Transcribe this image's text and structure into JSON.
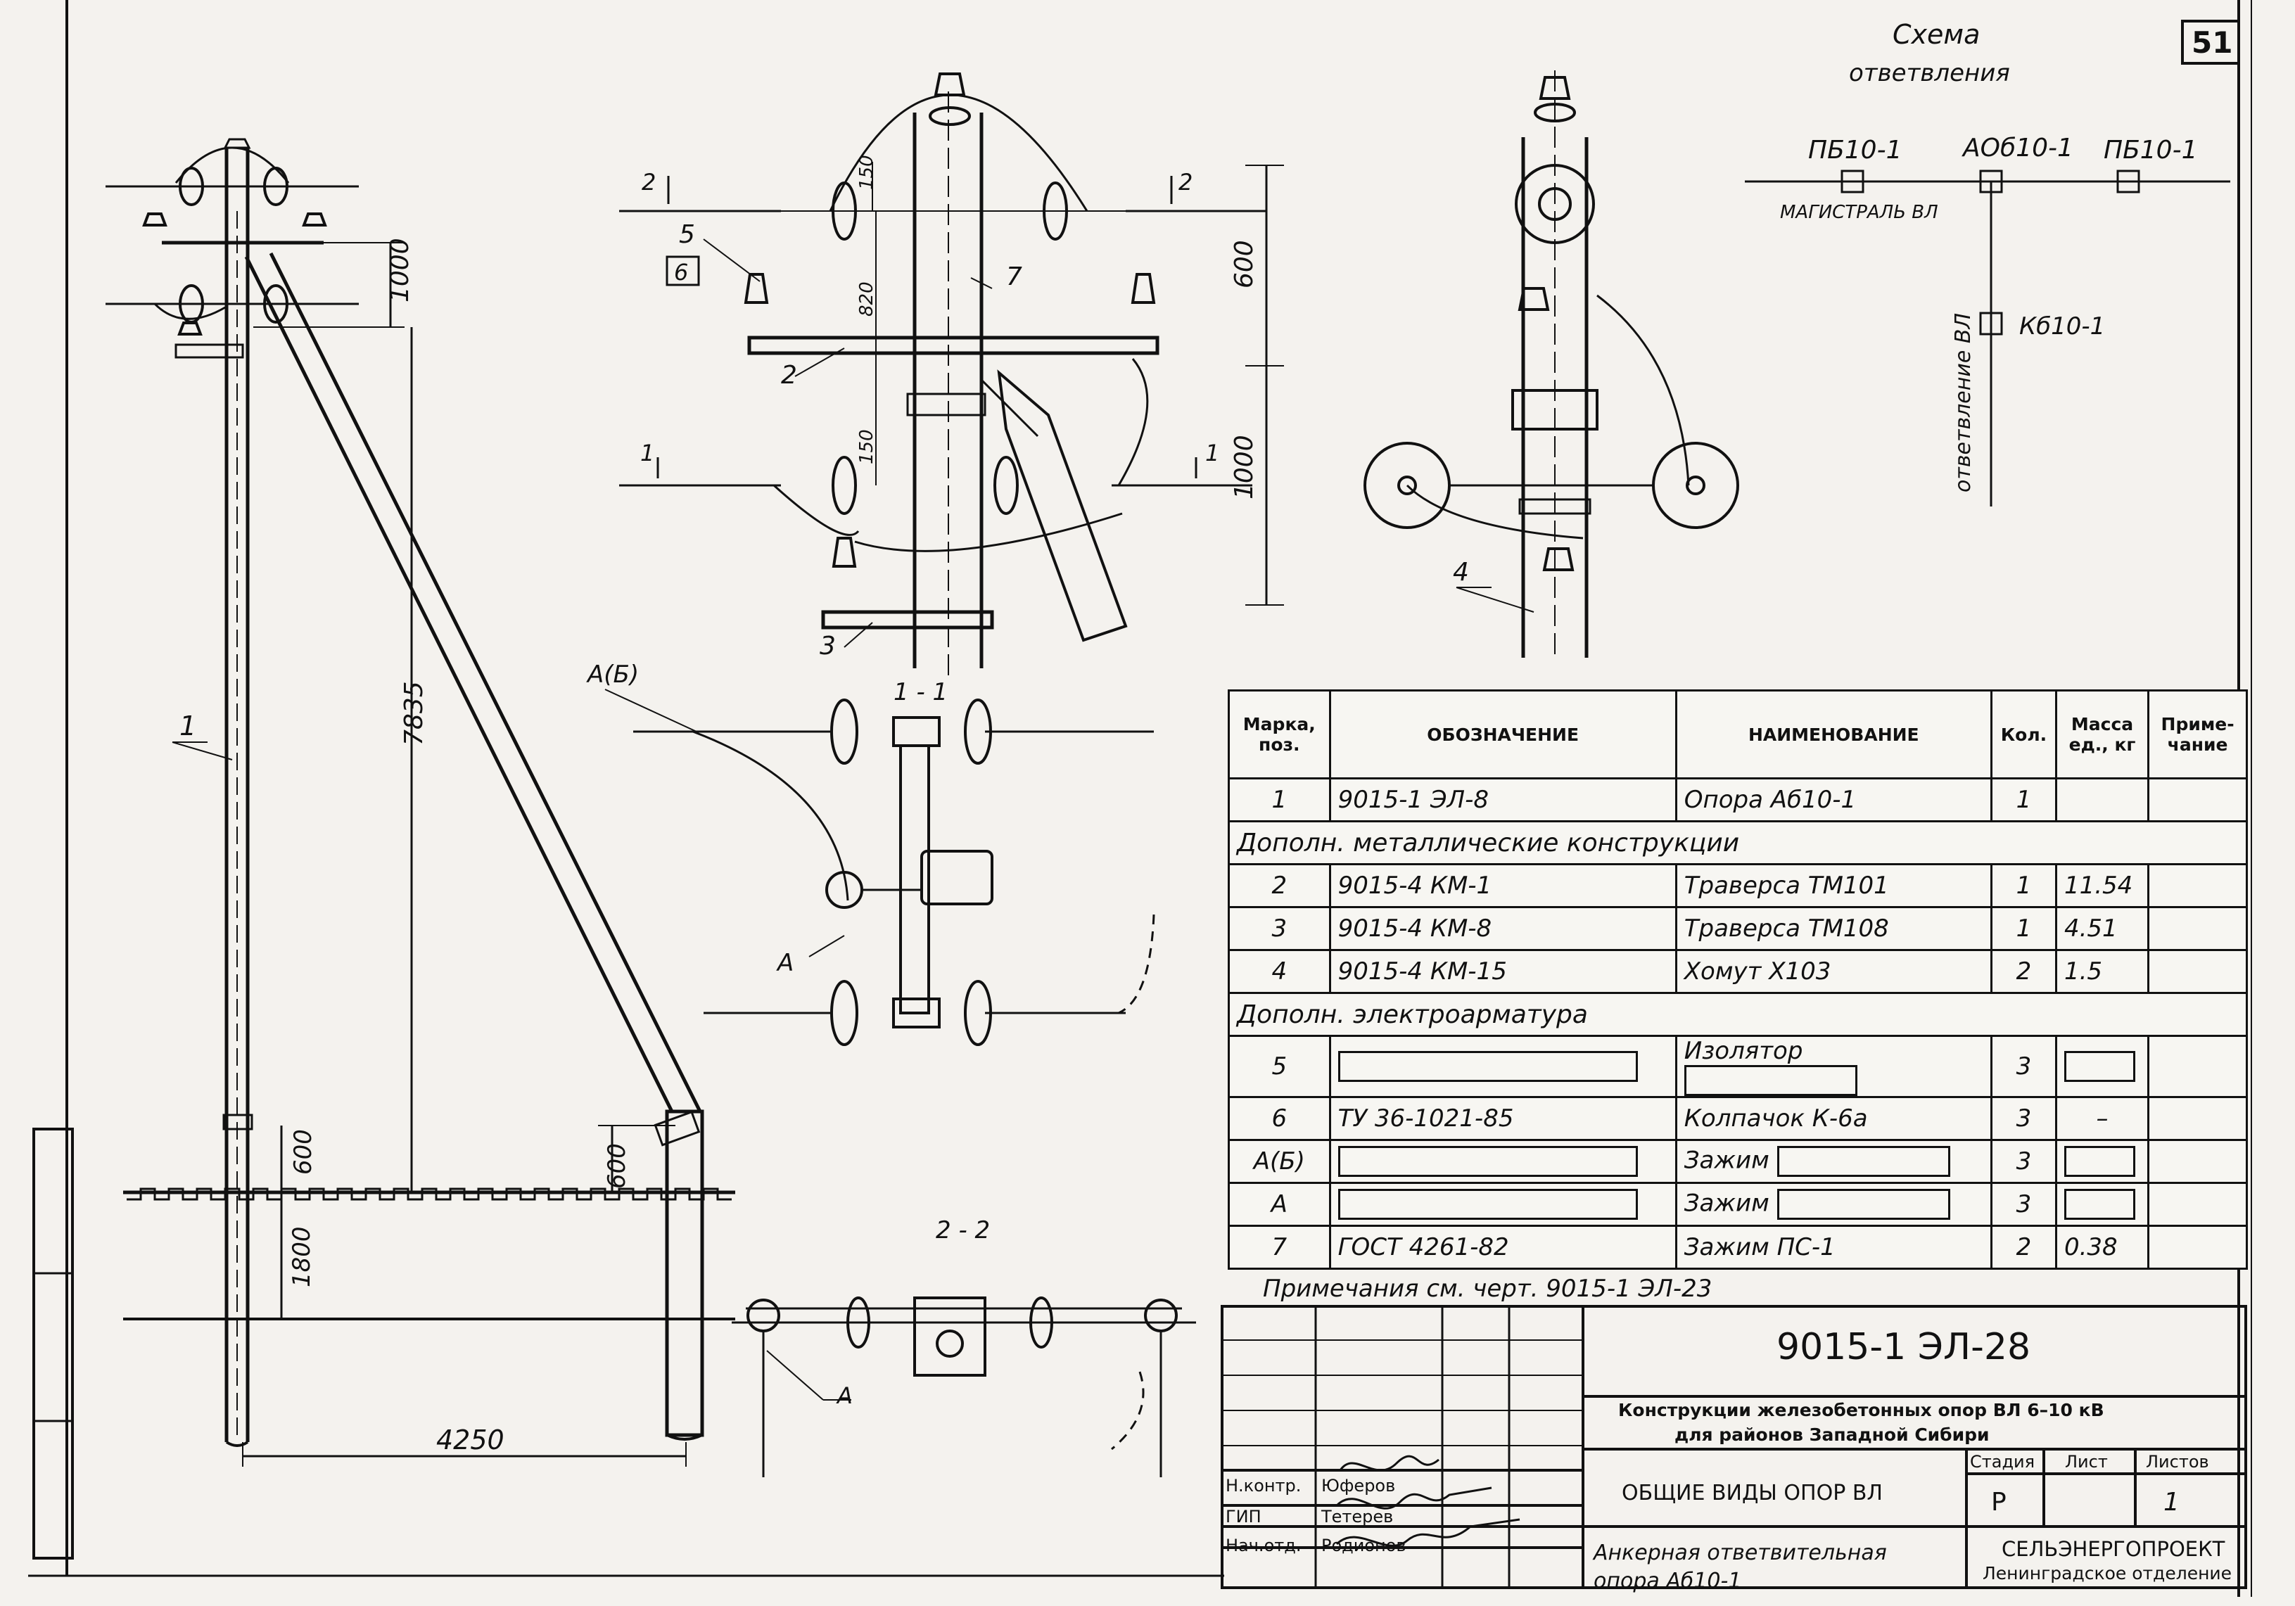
{
  "sheet": {
    "number": "51",
    "scheme_title_1": "Схема",
    "scheme_title_2": "ответвления"
  },
  "scheme": {
    "node_left": "ПБ10-1",
    "node_mid": "АОб10-1",
    "node_right": "ПБ10-1",
    "node_branch": "Кб10-1",
    "label_main": "МАГИСТРАЛЬ ВЛ",
    "label_branch": "ответвление ВЛ"
  },
  "drawing_labels": {
    "dim_1000_left": "1000",
    "dim_7835": "7835",
    "dim_600_left": "600",
    "dim_1800": "1800",
    "dim_600_brace": "600",
    "dim_4250": "4250",
    "dim_600_center": "600",
    "dim_1000_center": "1000",
    "dim_150_top": "150",
    "dim_820": "820",
    "dim_150_mid": "150",
    "pos_1": "1",
    "pos_2": "2",
    "pos_3": "3",
    "pos_4": "4",
    "pos_5": "5",
    "pos_6": "6",
    "pos_7": "7",
    "cut_2_left": "2",
    "cut_2_right": "2",
    "cut_1_left": "1",
    "cut_1_right": "1",
    "section_1_1": "1 - 1",
    "section_2_2": "2 - 2",
    "clamp_ab": "А(Б)",
    "clamp_a": "А",
    "clamp_a2": "А"
  },
  "spec_table": {
    "headers": [
      "Марка, поз.",
      "ОБОЗНАЧЕНИЕ",
      "НАИМЕНОВАНИЕ",
      "Кол.",
      "Масса ед., кг",
      "Приме-чание"
    ],
    "rows": [
      {
        "mark": "1",
        "code": "9015-1  ЭЛ-8",
        "name": "Опора  Аб10-1",
        "qty": "1",
        "mass": "",
        "note": ""
      }
    ],
    "section_metal": "Дополн.  металлические  конструкции",
    "rows_metal": [
      {
        "mark": "2",
        "code": "9015-4  КМ-1",
        "name": "Траверса  ТМ101",
        "qty": "1",
        "mass": "11.54",
        "note": ""
      },
      {
        "mark": "3",
        "code": "9015-4  КМ-8",
        "name": "Траверса  ТМ108",
        "qty": "1",
        "mass": "4.51",
        "note": ""
      },
      {
        "mark": "4",
        "code": "9015-4  КМ-15",
        "name": "Хомут  Х103",
        "qty": "2",
        "mass": "1.5",
        "note": ""
      }
    ],
    "section_electro": "Дополн.  электроарматура",
    "rows_electro": [
      {
        "mark": "5",
        "code": "",
        "name": "Изолятор",
        "qty": "3",
        "mass": "",
        "note": ""
      },
      {
        "mark": "6",
        "code": "ТУ 36-1021-85",
        "name": "Колпачок  К-6а",
        "qty": "3",
        "mass": "–",
        "note": ""
      },
      {
        "mark": "А(Б)",
        "code": "",
        "name": "Зажим",
        "qty": "3",
        "mass": "",
        "note": ""
      },
      {
        "mark": "А",
        "code": "",
        "name": "Зажим",
        "qty": "3",
        "mass": "",
        "note": ""
      },
      {
        "mark": "7",
        "code": "ГОСТ 4261-82",
        "name": "Зажим  ПС-1",
        "qty": "2",
        "mass": "0.38",
        "note": ""
      }
    ]
  },
  "notes": "Примечания    см. черт.  9015-1  ЭЛ-23",
  "title_block": {
    "doc_code": "9015-1  ЭЛ-28",
    "project_line_1": "Конструкции железобетонных опор  ВЛ  6–10 кВ",
    "project_line_2": "для  районов  Западной  Сибири",
    "sheet_title": "ОБЩИЕ  ВИДЫ  ОПОР  ВЛ",
    "stage_header": "Стадия",
    "sheet_header": "Лист",
    "sheets_header": "Листов",
    "stage": "Р",
    "sheets": "1",
    "drawing_title_1": "Анкерная  ответвительная",
    "drawing_title_2": "опора  Аб10-1",
    "org_1": "СЕЛЬЭНЕРГОПРОЕКТ",
    "org_2": "Ленинградское  отделение",
    "sign_rows": [
      {
        "role": "Н.контр.",
        "name": "Юферов"
      },
      {
        "role": "ГИП",
        "name": "Тетерев"
      },
      {
        "role": "Нач.отд.",
        "name": "Родионов"
      }
    ]
  }
}
